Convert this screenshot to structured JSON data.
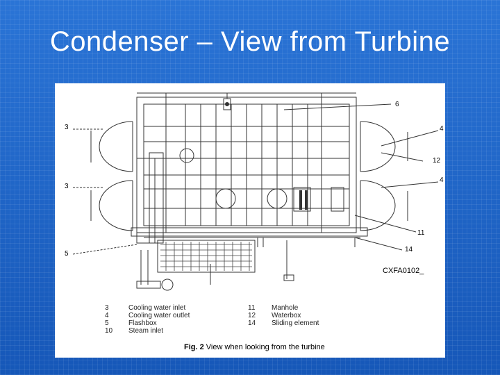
{
  "slide": {
    "title": "Condenser – View from Turbine"
  },
  "figure": {
    "callouts": {
      "c3a": "3",
      "c3b": "3",
      "c5": "5",
      "c6": "6",
      "c4a": "4",
      "c12": "12",
      "c4b": "4",
      "c11": "11",
      "c14": "14"
    },
    "drawing_code": "CXFA0102_",
    "legend": [
      {
        "num": "3",
        "label": "Cooling water inlet",
        "num2": "11",
        "label2": "Manhole"
      },
      {
        "num": "4",
        "label": "Cooling water outlet",
        "num2": "12",
        "label2": "Waterbox"
      },
      {
        "num": "5",
        "label": "Flashbox",
        "num2": "14",
        "label2": "Sliding element"
      },
      {
        "num": "10",
        "label": "Steam inlet",
        "num2": "",
        "label2": ""
      }
    ],
    "caption_prefix": "Fig. 2",
    "caption_text": " View when looking from the turbine"
  }
}
